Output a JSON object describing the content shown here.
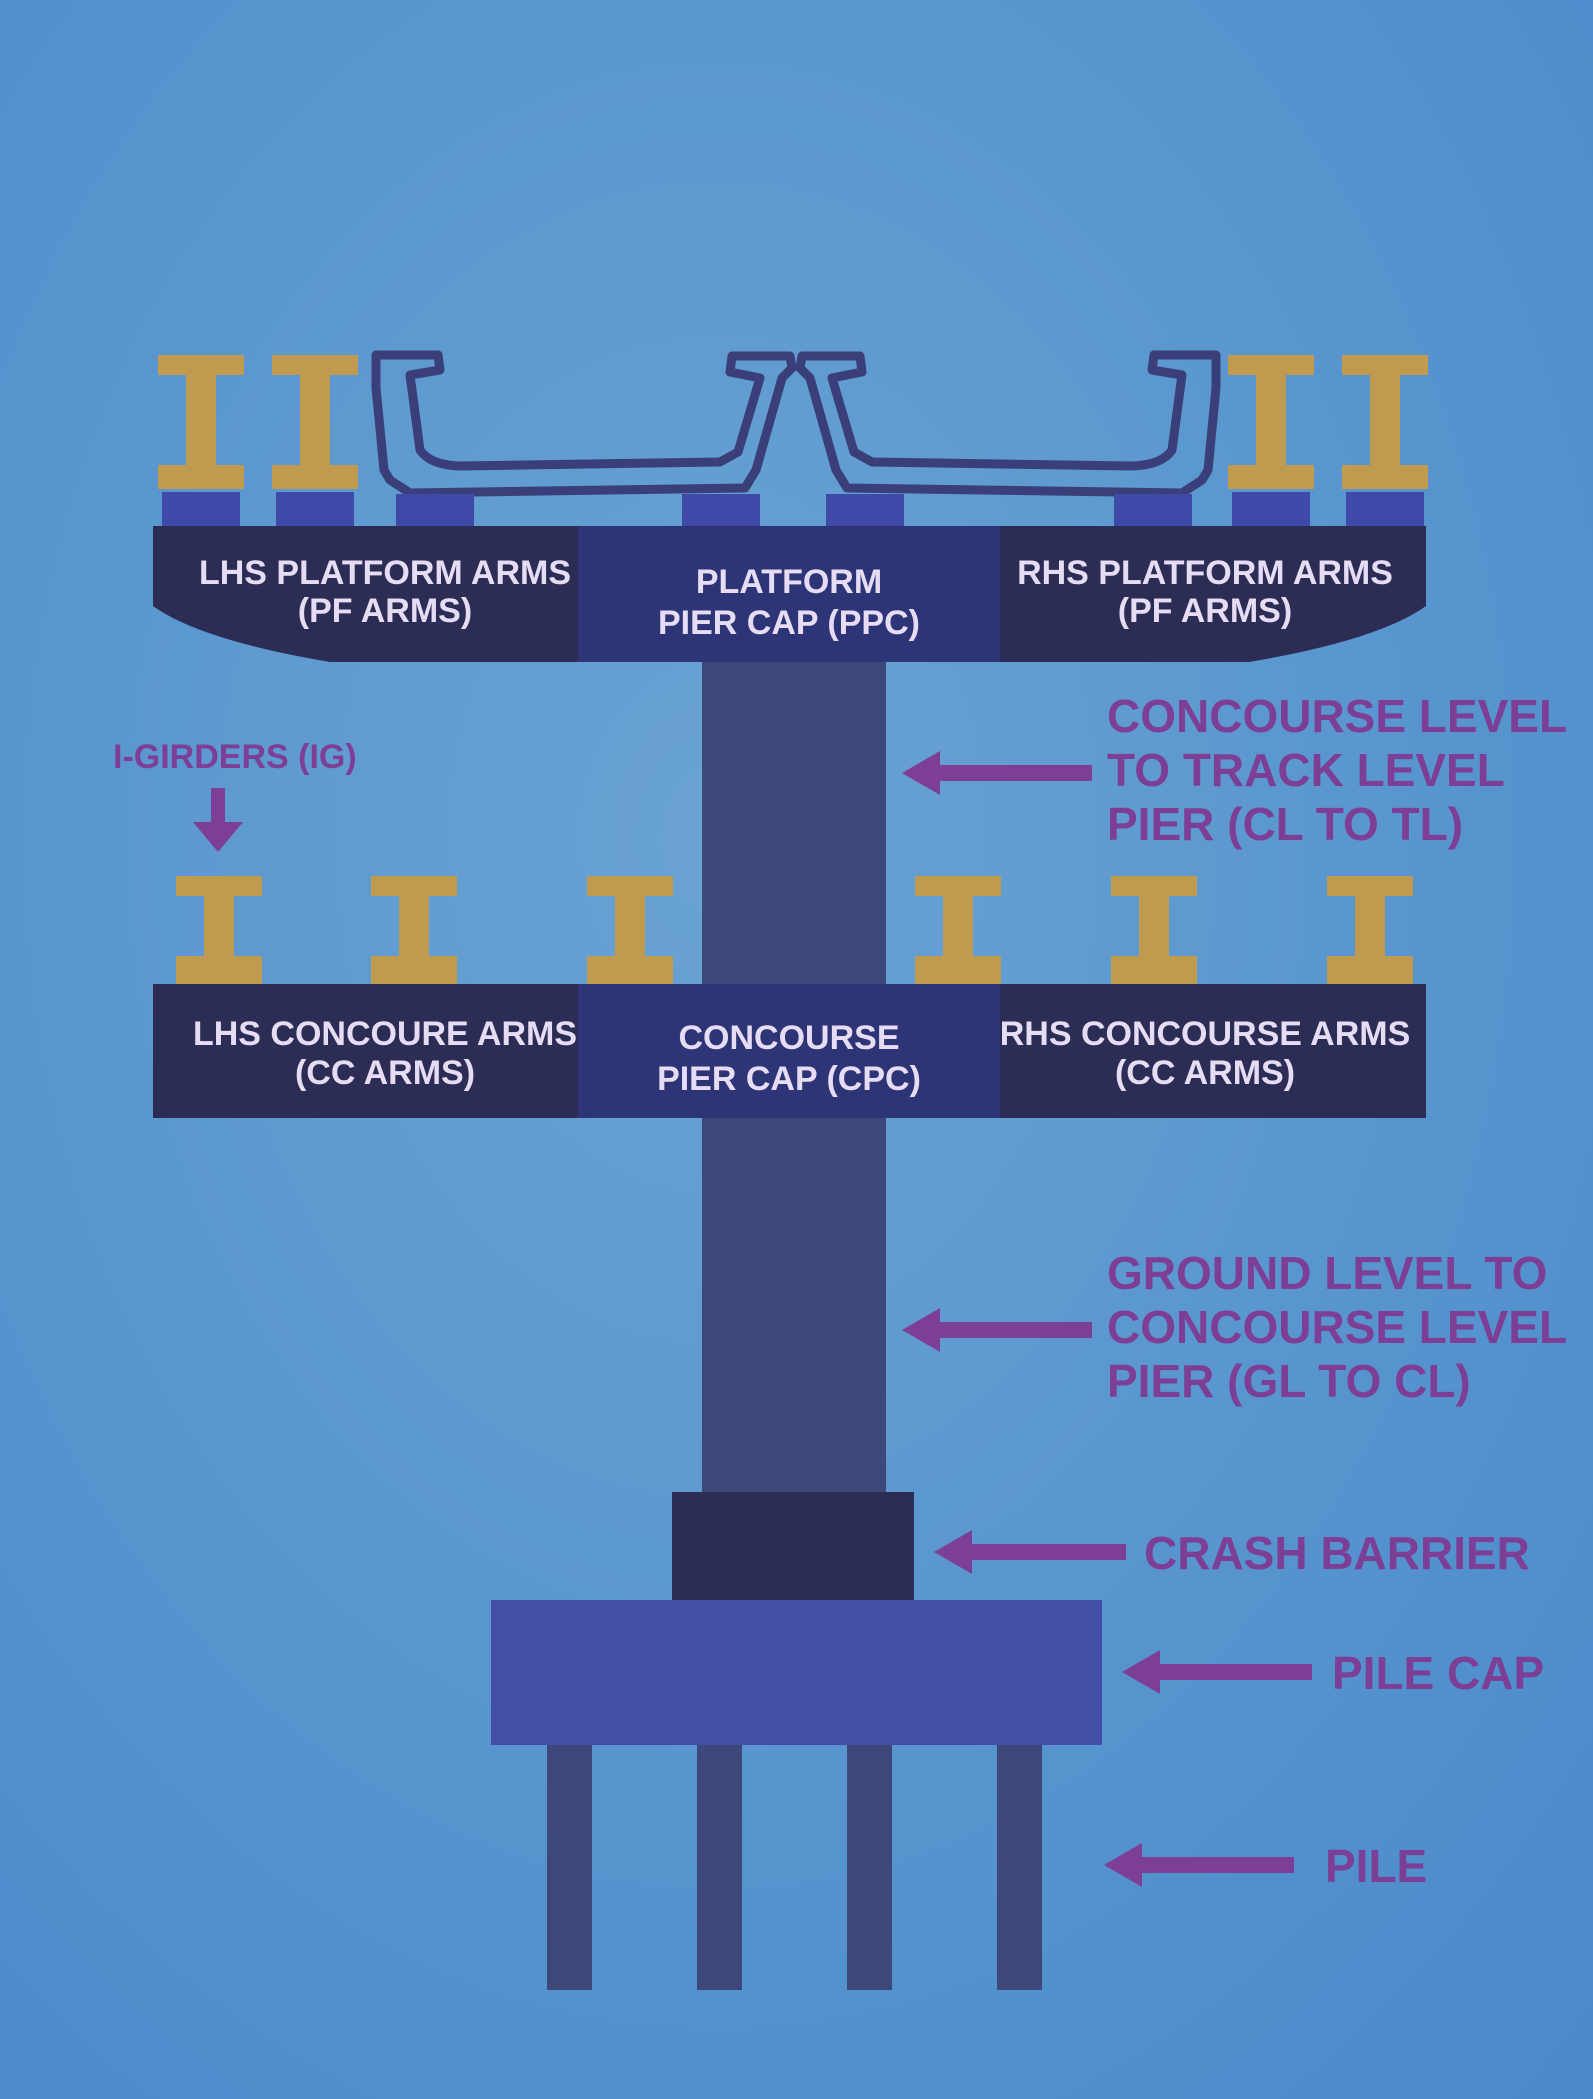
{
  "colors": {
    "background": "#4b8dcb",
    "background_light": "#639fd1",
    "girder": "#c09a4e",
    "bearing": "#3f4aa8",
    "arm_dark": "#2c2d55",
    "cap_mid": "#2e3576",
    "pier": "#3d4779",
    "crash_barrier": "#2c2d55",
    "pile_cap": "#434fa6",
    "pile": "#3d4779",
    "callout_text": "#7d3e96",
    "label_text": "#e6dcf4"
  },
  "platform_level": {
    "lhs_arms": [
      "LHS PLATFORM ARMS",
      "(PF ARMS)"
    ],
    "pier_cap": [
      "PLATFORM",
      "PIER CAP (PPC)"
    ],
    "rhs_arms": [
      "RHS PLATFORM ARMS",
      "(PF ARMS)"
    ]
  },
  "concourse_level": {
    "lhs_arms": [
      "LHS CONCOURE ARMS",
      "(CC ARMS)"
    ],
    "pier_cap": [
      "CONCOURSE",
      "PIER CAP (CPC)"
    ],
    "rhs_arms": [
      "RHS CONCOURSE ARMS",
      "(CC ARMS)"
    ]
  },
  "callouts": {
    "i_girders": "I-GIRDERS (IG)",
    "cl_to_tl_pier": [
      "CONCOURSE LEVEL",
      "TO TRACK LEVEL",
      "PIER (CL TO TL)"
    ],
    "gl_to_cl_pier": [
      "GROUND LEVEL TO",
      "CONCOURSE LEVEL",
      "PIER (GL TO CL)"
    ],
    "crash_barrier": "CRASH BARRIER",
    "pile_cap": "PILE CAP",
    "pile": "PILE"
  },
  "icons": {
    "girder_shape": "i-beam-icon",
    "trough_shape": "u-girder-icon",
    "arrow": "arrow-left-icon"
  }
}
